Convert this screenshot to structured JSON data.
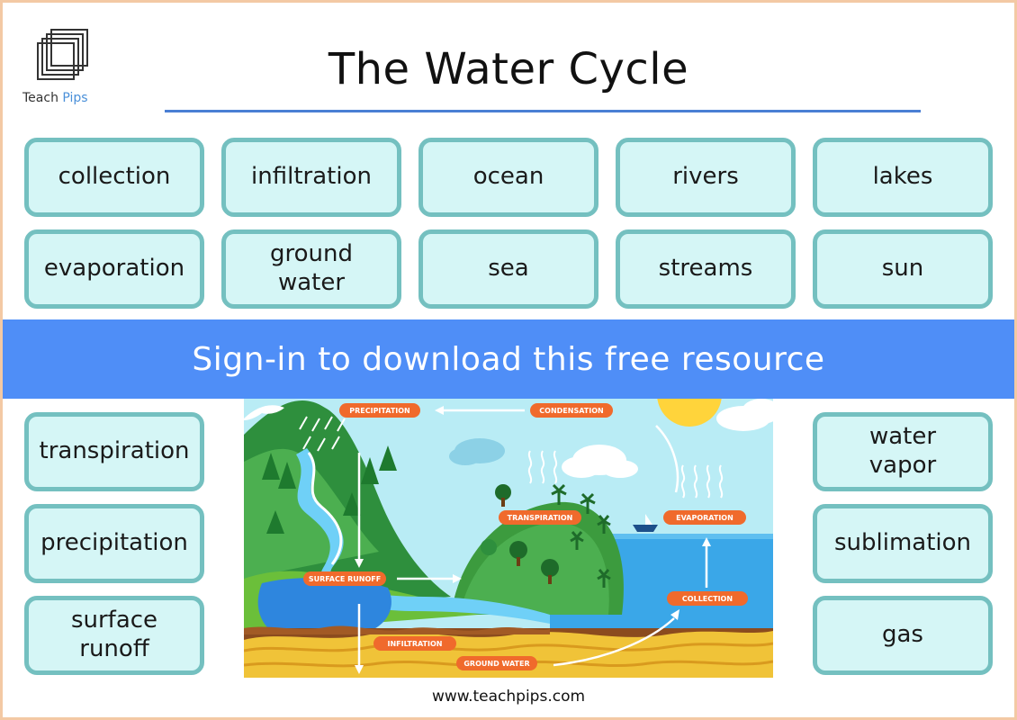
{
  "brand": {
    "name_part1": "Teach",
    "name_part2": "Pips"
  },
  "title": "The Water Cycle",
  "cards": {
    "row1": [
      "collection",
      "infiltration",
      "ocean",
      "rivers",
      "lakes"
    ],
    "row2": [
      "evaporation",
      "ground water",
      "sea",
      "streams",
      "sun"
    ],
    "left": [
      "transpiration",
      "precipitation",
      "surface runoff"
    ],
    "right": [
      "water vapor",
      "sublimation",
      "gas"
    ]
  },
  "banner": "Sign-in to download this free resource",
  "diagram_labels": {
    "precipitation": "PRECIPITATION",
    "condensation": "CONDENSATION",
    "transpiration": "TRANSPIRATION",
    "evaporation": "EVAPORATION",
    "surface_runoff": "SURFACE RUNOFF",
    "collection": "COLLECTION",
    "infiltration": "INFILTRATION",
    "ground_water": "GROUND WATER"
  },
  "footer": "www.teachpips.com",
  "colors": {
    "card_fill": "#d5f6f6",
    "card_border": "#74c0c0",
    "banner": "#4f8ef7",
    "title_rule": "#4a7fd4",
    "page_border": "#f3c9a4",
    "label_orange": "#f06a2c"
  },
  "icons": [
    "teachpips-logo-icon",
    "water-cycle-illustration"
  ]
}
